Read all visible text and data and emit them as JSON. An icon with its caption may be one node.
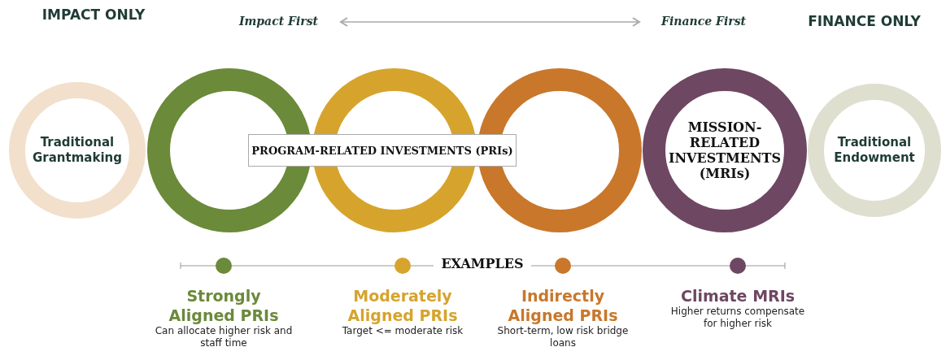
{
  "diagram": {
    "nodes": [
      {
        "text": [
          "Impact First"
        ]
      },
      {
        "text": [
          "Finance First"
        ]
      },
      {
        "text": [
          "Traditional Grantmaking"
        ]
      },
      {
        "text": [],
        "shape": "circle"
      },
      {
        "text": [],
        "shape": "circle"
      },
      {
        "text": [],
        "shape": "circle"
      },
      {
        "text": [
          "MISSION-RELATED INVESTMENTS (MRIs)"
        ]
      },
      {
        "text": [
          "Traditional Endowment"
        ]
      },
      {
        "text": [
          "PROGRAM-RELATED INVESTMENTS (PRIs)"
        ]
      },
      {
        "text": [
          "Strongly Aligned PRIs",
          "Can allocate higher risk and staff time"
        ]
      },
      {
        "text": [
          "Moderately Aligned PRIs",
          "Target <= moderate risk"
        ]
      },
      {
        "text": [
          "Indirectly Aligned PRIs",
          "Short-term, low risk bridge loans"
        ]
      },
      {
        "text": [
          "Climate MRIs",
          "Higher returns compensate for higher risk"
        ]
      }
    ],
    "edges": [
      {
        "from": 0,
        "to": 1,
        "arrow": "both"
      }
    ],
    "labels": [
      "IMPACT ONLY",
      "FINANCE ONLY",
      "EXAMPLES"
    ]
  }
}
